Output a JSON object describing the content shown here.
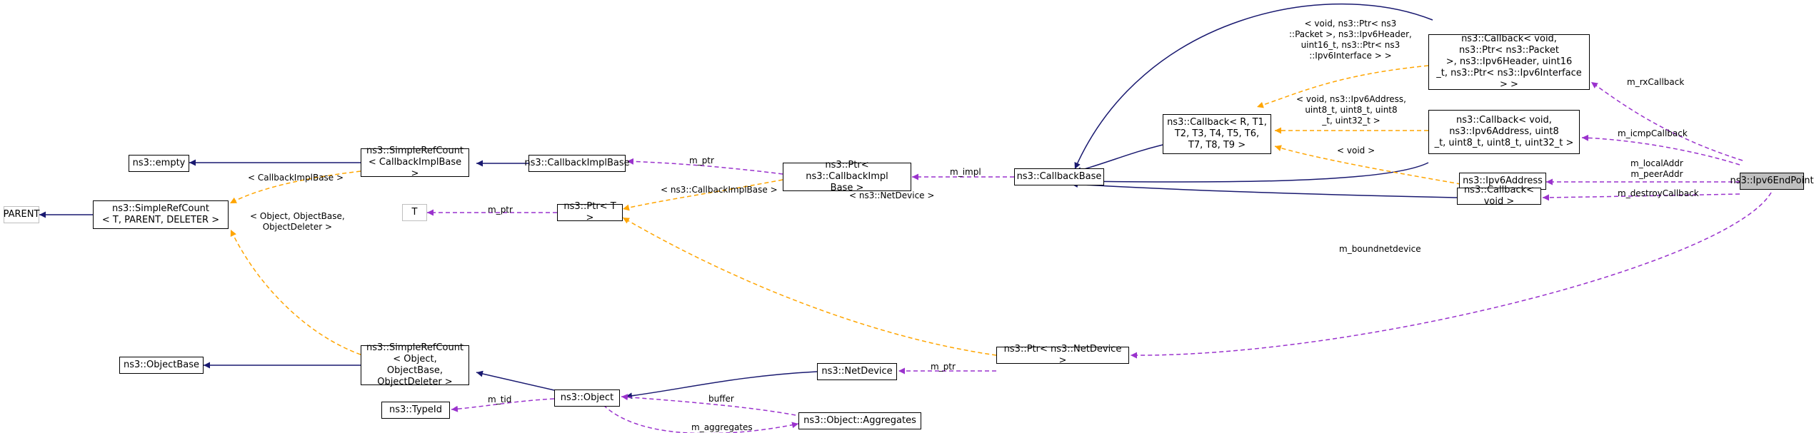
{
  "colors": {
    "inherit": "#191970",
    "usage": "#9a32cd",
    "template": "#ffa500",
    "node_border": "#000000",
    "grey_border": "#bfbfbf",
    "target_fill": "#bfbfbf"
  },
  "nodes": {
    "parent": "PARENT",
    "empty": "ns3::empty",
    "srcT": "ns3::SimpleRefCount\n< T, PARENT, DELETER >",
    "objectBase": "ns3::ObjectBase",
    "srcCbImpl": "ns3::SimpleRefCount\n< CallbackImplBase >",
    "srcObj": "ns3::SimpleRefCount\n< Object, ObjectBase,\nObjectDeleter >",
    "typeId": "ns3::TypeId",
    "cbImplBase": "ns3::CallbackImplBase",
    "tT": "T",
    "ptrT": "ns3::Ptr< T >",
    "object": "ns3::Object",
    "ptrCbImpl": "ns3::Ptr< ns3::CallbackImpl\nBase >",
    "netDevice": "ns3::NetDevice",
    "aggregates": "ns3::Object::Aggregates",
    "cbBase": "ns3::CallbackBase",
    "ptrNetDev": "ns3::Ptr< ns3::NetDevice >",
    "cbGeneric": "ns3::Callback< R, T1,\nT2, T3, T4, T5, T6,\nT7, T8, T9 >",
    "cbRx": "ns3::Callback< void,\nns3::Ptr< ns3::Packet\n>, ns3::Ipv6Header, uint16\n_t, ns3::Ptr< ns3::Ipv6Interface > >",
    "cbIcmp": "ns3::Callback< void,\nns3::Ipv6Address, uint8\n_t, uint8_t, uint8_t, uint32_t >",
    "ipv6Addr": "ns3::Ipv6Address",
    "cbVoid": "ns3::Callback< void >",
    "endpoint": "ns3::Ipv6EndPoint"
  },
  "edge_labels": {
    "cbImplBase": "< CallbackImplBase >",
    "objDeleter": "< Object, ObjectBase,\nObjectDeleter >",
    "mPtr1": "m_ptr",
    "cbImplBaseArg": "< ns3::CallbackImplBase >",
    "mPtr2": "m_ptr",
    "netDeviceArg": "< ns3::NetDevice >",
    "mImpl": "m_impl",
    "mPtr3": "m_ptr",
    "mTid": "m_tid",
    "buffer": "buffer",
    "mAggregates": "m_aggregates",
    "rxArgs": "< void, ns3::Ptr< ns3\n::Packet >, ns3::Ipv6Header,\nuint16_t, ns3::Ptr< ns3\n::Ipv6Interface > >",
    "icmpArgs": "< void, ns3::Ipv6Address,\nuint8_t, uint8_t, uint8\n_t, uint32_t >",
    "voidArg": "< void >",
    "mRxCallback": "m_rxCallback",
    "mIcmpCallback": "m_icmpCallback",
    "mLocalAddr": "m_localAddr\nm_peerAddr",
    "mDestroyCallback": "m_destroyCallback",
    "mBoundnetdevice": "m_boundnetdevice"
  }
}
